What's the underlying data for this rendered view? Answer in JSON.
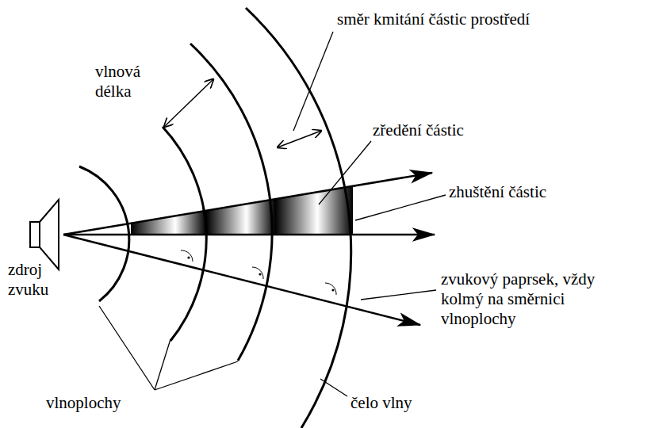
{
  "diagram": {
    "labels": [
      "vlnová délka",
      "směr kmitání částic prostředí",
      "zředění částic",
      "zhuštění částic",
      "zdroj zvuku",
      "zvukový paprsek, vždy kolmý na směrnici vlnoplochy",
      "vlnoplochy",
      "čelo vlny"
    ]
  }
}
